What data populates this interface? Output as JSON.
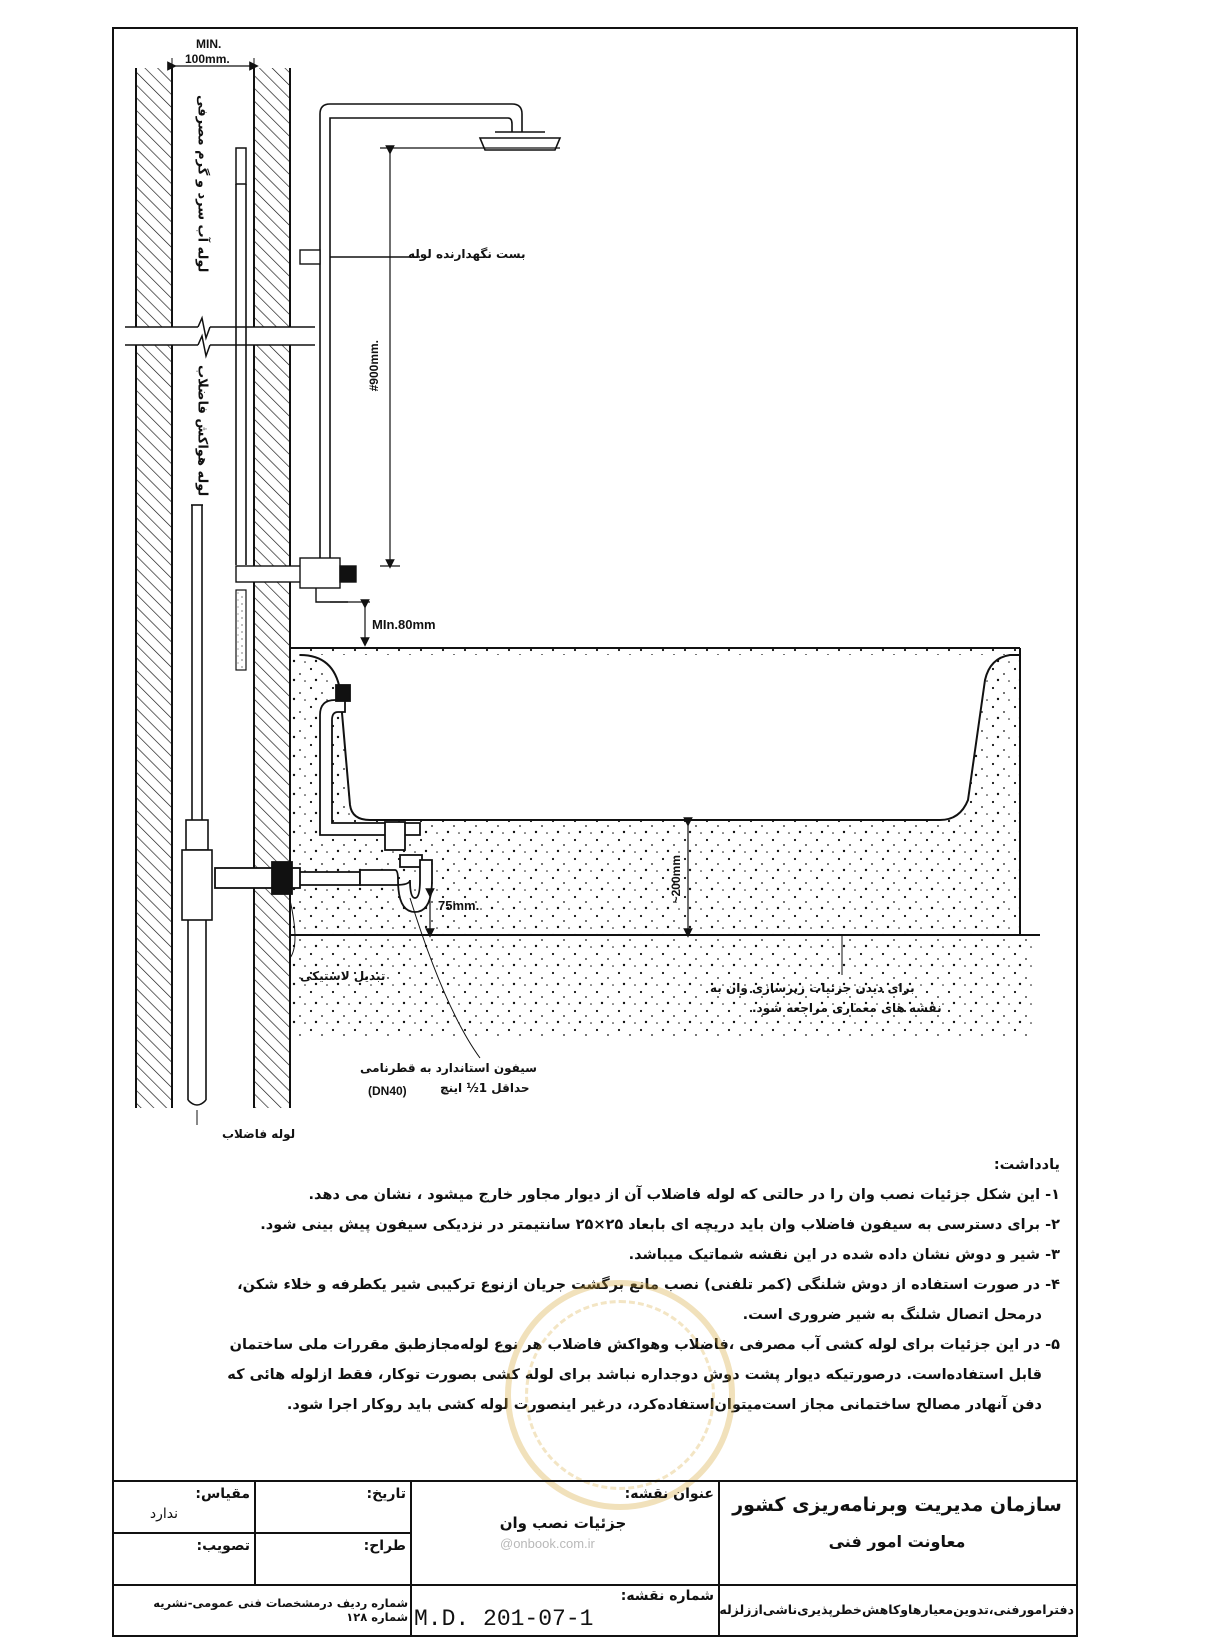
{
  "labels": {
    "min_top": "MIN.",
    "min_100": "100mm.",
    "pipe_bracket": "بست نگهدارنده لوله",
    "height_900": "#900mm.",
    "min_80": "MIn.80mm",
    "height_200": "~200mm",
    "depth_75": "75mm.",
    "vertical_hot_cold": "لوله آب سرد و گرم مصرفی",
    "vertical_vent": "لوله هواکش فاضلاب",
    "plastic_adapter": "تبدیل لاستیکی",
    "siphon_line1": "سیفون استاندارد به قطرنامی",
    "siphon_line2": "حداقل 1½ اینچ",
    "siphon_line3": "(DN40)",
    "drain_pipe": "لوله فاضلاب",
    "see_arch_line1": "برای دیدن جزئیات زیرسازی وان به",
    "see_arch_line2": "نقشه های معماری مراجعه شود."
  },
  "notes": {
    "heading": "یادداشت:",
    "items": [
      "۱- این شکل جزئیات نصب وان را در حالتی که لوله فاضلاب آن از دیوار مجاور خارج میشود ، نشان می دهد.",
      "۲- برای دسترسی به سیفون فاضلاب وان باید دریچه ای بابعاد ۲۵×۲۵ سانتیمتر در نزدیکی سیفون پیش بینی شود.",
      "۳- شیر و دوش نشان داده شده در این نقشه شماتیک میباشد.",
      "۴- در صورت استفاده از دوش شلنگی (کمر تلفنی) نصب مانع برگشت جریان ازنوع ترکیبی شیر یکطرفه و خلاء شکن،",
      "درمحل اتصال شلنگ به شیر ضروری است.",
      "۵- در این جزئیات برای لوله کشی آب مصرفی ،فاضلاب وهواکش فاضلاب هر نوع لوله‌مجازطبق مقررات ملی ساختمان",
      "قابل استفاده‌است. درصورتیکه دیوار پشت دوش دوجداره نباشد برای لوله کشی بصورت توکار، فقط ازلوله هائی که",
      "دفن آنهادر مصالح ساختمانی  مجاز است‌میتوان‌استفاده‌کرد، درغیر اینصورت لوله کشی باید روکار اجرا شود."
    ]
  },
  "title_block": {
    "org_line1": "سازمان مدیریت وبرنامه‌ریزی کشور",
    "org_line2": "معاونت امور فنی",
    "org_line3": "دفترامورفنی،تدوین‌معیارهاوکاهش‌خطرپذیری‌ناشی‌اززلزله",
    "drawing_title_label": "عنوان نقشه:",
    "drawing_title": "جزئیات نصب وان",
    "drawing_no_label": "شماره نقشه:",
    "drawing_no": "M.D.  201-07-1",
    "date_label": "تاریخ:",
    "designer_label": "طراح:",
    "scale_label": "مقیاس:",
    "scale_value": "ندارد",
    "approval_label": "تصویب:",
    "reference": "شماره ردیف درمشخصات فنی عمومی-نشریه شماره ۱۲۸",
    "watermark_url": "@onbook.com.ir"
  },
  "colors": {
    "ink": "#111111",
    "stamp": "#d7aa3c"
  }
}
